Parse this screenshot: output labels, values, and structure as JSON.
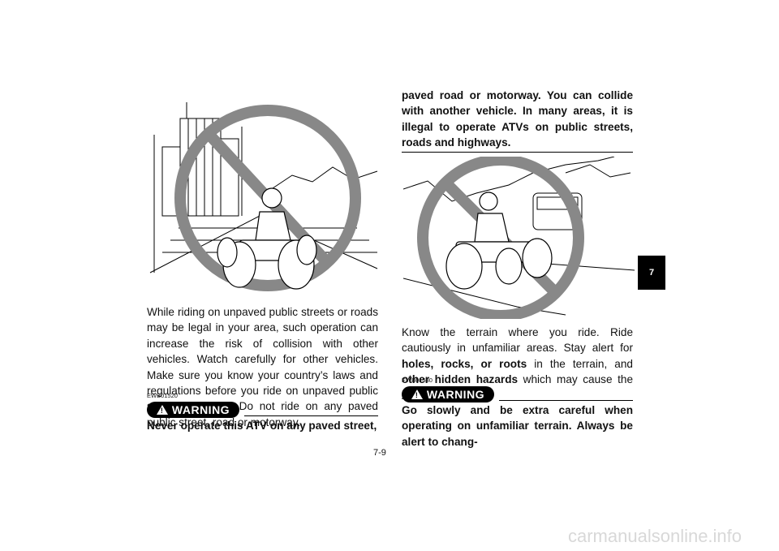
{
  "page_number": "7-9",
  "chapter_tab": "7",
  "left": {
    "illustration": "atv-street-prohibited-illustration",
    "body_text": "While riding on unpaved public streets or roads may be legal in your area, such operation can increase the risk of collision with other vehicles. Watch carefully for other vehicles. Make sure you know your country’s laws and regulations before you ride on unpaved public streets or roads. Do not ride on any paved public street, road or motorway.",
    "warning_code": "EWB01520",
    "warning_label": "WARNING",
    "warning_text": "Never operate this ATV on any paved street,"
  },
  "right": {
    "warning_continued": "paved road or motorway. You can collide with another vehicle. In many areas, it is illegal to operate ATVs on public streets, roads and highways.",
    "illustration": "atv-unfamiliar-terrain-illustration",
    "body_parts": [
      "Know the terrain where you ride. Ride cautiously in unfamiliar areas. Stay alert for ",
      "holes, rocks, or roots",
      " in the terrain, and ",
      "other hidden hazards",
      " which may cause the ATV to upset."
    ],
    "warning_code": "EWB01530",
    "warning_label": "WARNING",
    "warning_text": "Go slowly and be extra careful when operating on unfamiliar terrain. Always be alert to chang-"
  },
  "watermark": "carmanualsonline.info"
}
